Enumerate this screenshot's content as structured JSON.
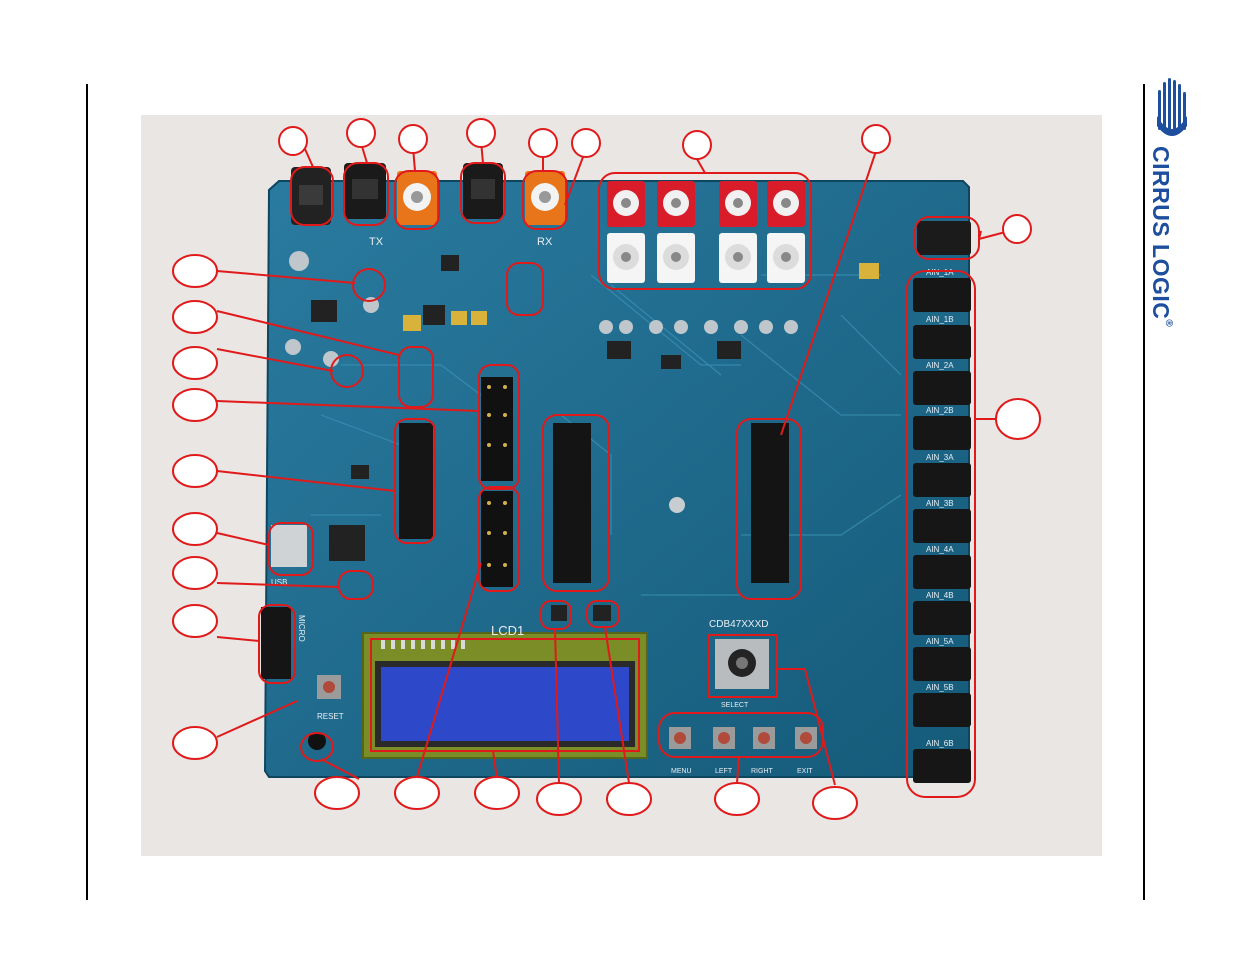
{
  "brand": {
    "logo_text": "CIRRUS LOGIC",
    "logo_mark": "®",
    "color": "#1d4f9e"
  },
  "board_labels": {
    "lcd": "LCD1",
    "model": "CDB47XXXD",
    "select": "SELECT",
    "reset": "RESET",
    "menu": "MENU",
    "left": "LEFT",
    "right": "RIGHT",
    "exit": "EXIT",
    "tx": "TX",
    "rx": "RX",
    "usb": "USB",
    "micro": "MICRO",
    "ain": [
      "AIN_1A",
      "AIN_1B",
      "AIN_2A",
      "AIN_2B",
      "AIN_3A",
      "AIN_3B",
      "AIN_4A",
      "AIN_4B",
      "AIN_5A",
      "AIN_5B",
      "AIN_6B"
    ]
  },
  "colors": {
    "pcb": "#1c6a8c",
    "callout": "#e01a1a",
    "background": "#e9e6e3"
  },
  "icons": [
    "cirrus-logic-logo-icon",
    "rca-jack-icon",
    "optical-connector-icon",
    "audio-jack-icon",
    "push-button-icon",
    "rotary-encoder-icon",
    "lcd-display-icon"
  ]
}
